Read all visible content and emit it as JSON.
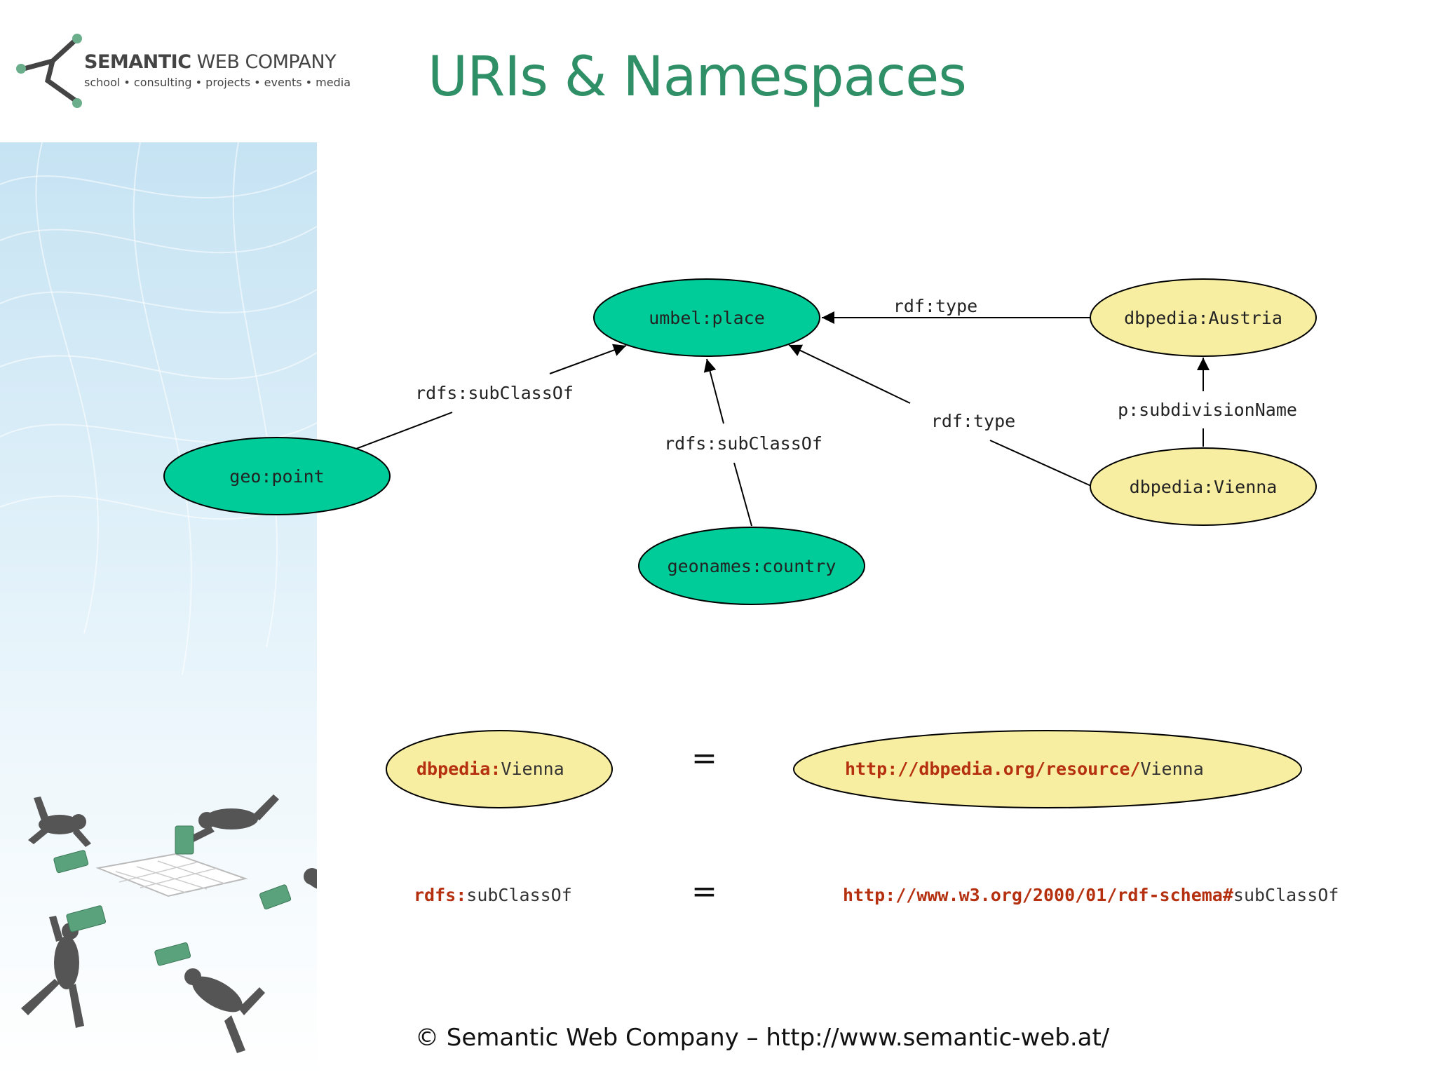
{
  "logo": {
    "name_bold": "SEMANTIC",
    "name_rest": " WEB COMPANY",
    "tagline": "school • consulting • projects • events • media"
  },
  "title": "URIs & Namespaces",
  "colors": {
    "green_node": "#00cc99",
    "yellow_node": "#f8eea2",
    "prefix_red": "#b5300f",
    "title_green": "#2f8f66"
  },
  "graph": {
    "nodes": {
      "umbel_place": "umbel:place",
      "dbpedia_austria": "dbpedia:Austria",
      "geo_point": "geo:point",
      "dbpedia_vienna": "dbpedia:Vienna",
      "geonames_country": "geonames:country"
    },
    "edges": {
      "austria_type": "rdf:type",
      "geo_subclass": "rdfs:subClassOf",
      "geonames_subclass": "rdfs:subClassOf",
      "vienna_type": "rdf:type",
      "subdivision": "p:subdivisionName"
    }
  },
  "equivalences": [
    {
      "left_prefix": "dbpedia:",
      "left_local": "Vienna",
      "right_ns": "http://dbpedia.org/resource/",
      "right_local": "Vienna"
    },
    {
      "left_prefix": "rdfs:",
      "left_local": "subClassOf",
      "right_ns": "http://www.w3.org/2000/01/rdf-schema#",
      "right_local": "subClassOf"
    }
  ],
  "equals_sign": "=",
  "footer": "© Semantic Web Company – http://www.semantic-web.at/"
}
